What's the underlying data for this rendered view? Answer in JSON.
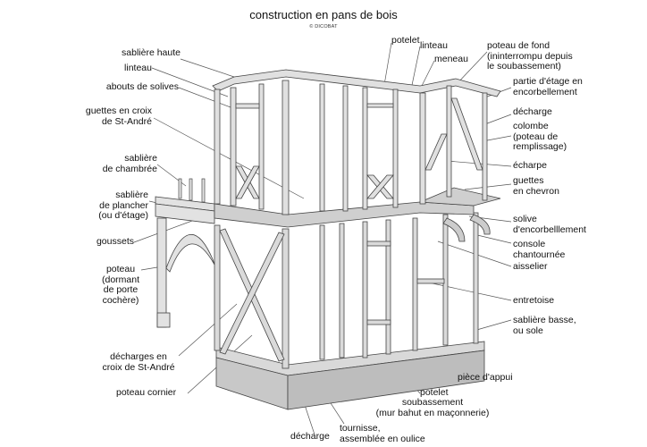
{
  "title": "construction en pans de bois",
  "copyright": "© DICOBAT",
  "labels": {
    "sabliere_haute": [
      "sablière haute"
    ],
    "linteau_left": [
      "linteau"
    ],
    "abouts_de_solives": [
      "abouts de solives"
    ],
    "guettes_croix": [
      "guettes en croix",
      "de St-André"
    ],
    "sabliere_chambree": [
      "sablière",
      "de chambrée"
    ],
    "sabliere_plancher": [
      "sablière",
      "de plancher",
      "(ou d'étage)"
    ],
    "goussets": [
      "goussets"
    ],
    "poteau_dormant": [
      "poteau",
      "(dormant",
      "de porte",
      "cochère)"
    ],
    "decharges_croix": [
      "décharges en",
      "croix de St-André"
    ],
    "poteau_cornier": [
      "poteau cornier"
    ],
    "potelet_top": [
      "potelet"
    ],
    "linteau_top": [
      "linteau"
    ],
    "meneau": [
      "meneau"
    ],
    "poteau_de_fond": [
      "poteau de fond",
      "(ininterrompu depuis",
      "le soubassement)"
    ],
    "partie_etage": [
      "partie d'étage en",
      "encorbellement"
    ],
    "decharge_right": [
      "décharge"
    ],
    "colombe": [
      "colombe",
      "(poteau de",
      "remplissage)"
    ],
    "echarpe": [
      "écharpe"
    ],
    "guettes_chevron": [
      "guettes",
      "en chevron"
    ],
    "solive_encorbellement": [
      "solive",
      "d'encorbelllement"
    ],
    "console": [
      "console",
      "chantournée"
    ],
    "aisselier": [
      "aisselier"
    ],
    "entretoise": [
      "entretoise"
    ],
    "sabliere_basse": [
      "sablière basse,",
      "ou sole"
    ],
    "piece_appui": [
      "pièce d'appui"
    ],
    "potelet_bottom": [
      "potelet"
    ],
    "soubassement": [
      "soubassement",
      "(mur bahut en maçonnerie)"
    ],
    "tournisse": [
      "tournisse,",
      "assemblée en oulice"
    ],
    "decharge_bottom": [
      "décharge"
    ]
  }
}
